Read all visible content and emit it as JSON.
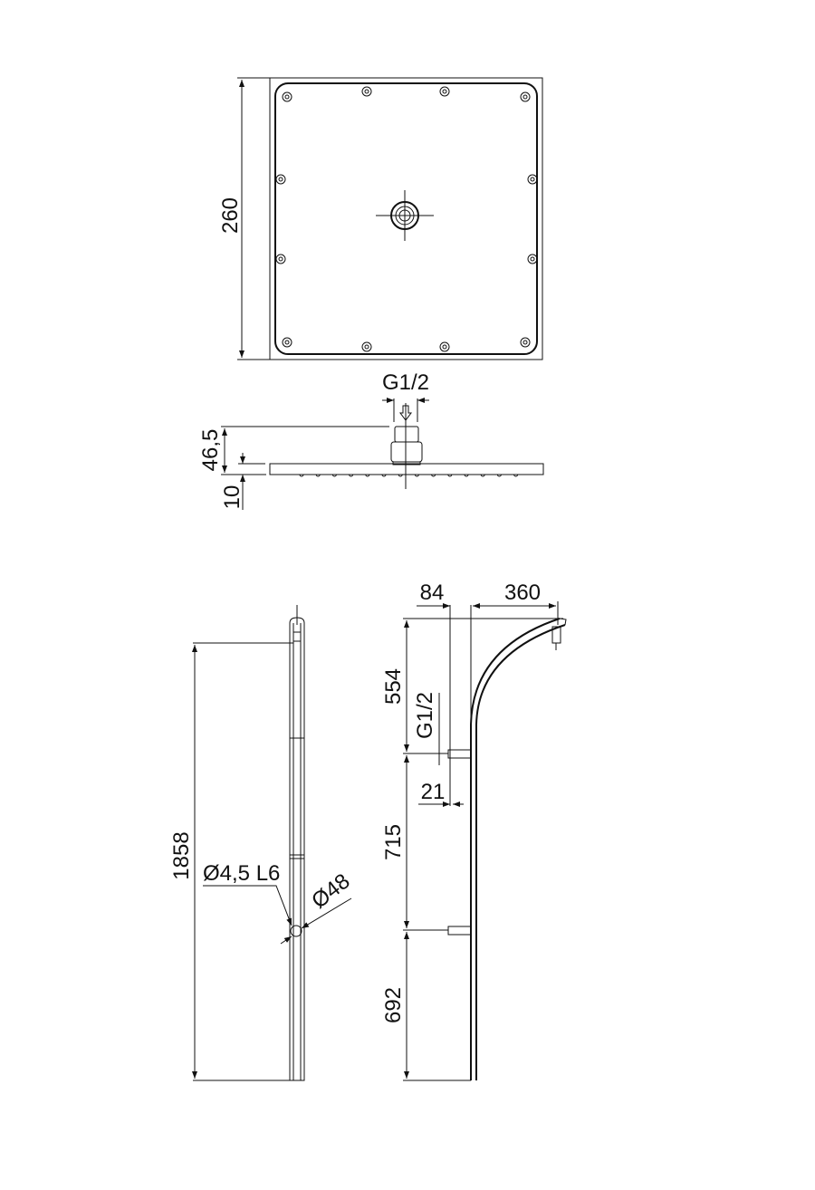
{
  "top_view": {
    "width_dim": "260"
  },
  "side_view": {
    "thread": "G1/2",
    "height_dim": "46,5",
    "plate_dim": "10"
  },
  "rail_view": {
    "length_dim": "1858",
    "screw_dim": "Ø4,5 L6",
    "diameter_dim": "Ø48"
  },
  "column_view": {
    "offset_dim": "84",
    "arm_dim": "360",
    "upper_dim": "554",
    "thread": "G1/2",
    "connector_dim": "21",
    "middle_dim": "715",
    "lower_dim": "692"
  },
  "colors": {
    "line": "#111111",
    "background": "#ffffff"
  }
}
